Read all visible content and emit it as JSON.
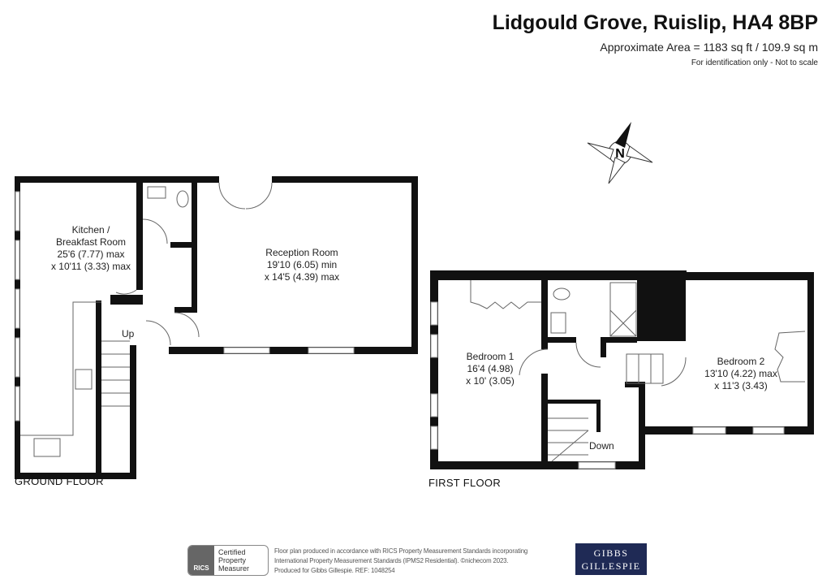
{
  "header": {
    "title": "Lidgould Grove, Ruislip, HA4 8BP",
    "area": "Approximate Area = 1183 sq ft / 109.9 sq m",
    "note": "For identification only - Not to scale"
  },
  "compass": {
    "label": "N"
  },
  "ground_floor": {
    "label": "GROUND FLOOR",
    "kitchen": {
      "name": "Kitchen /",
      "name2": "Breakfast Room",
      "dim1": "25'6 (7.77) max",
      "dim2": "x 10'11 (3.33) max"
    },
    "reception": {
      "name": "Reception Room",
      "dim1": "19'10 (6.05) min",
      "dim2": "x 14'5 (4.39) max"
    },
    "stairs_label": "Up"
  },
  "first_floor": {
    "label": "FIRST FLOOR",
    "bedroom1": {
      "name": "Bedroom 1",
      "dim1": "16'4 (4.98)",
      "dim2": "x 10' (3.05)"
    },
    "bedroom2": {
      "name": "Bedroom 2",
      "dim1": "13'10 (4.22) max",
      "dim2": "x 11'3 (3.43)"
    },
    "stairs_label": "Down"
  },
  "footer": {
    "rics_logo": "RICS",
    "rics_line1": "Certified",
    "rics_line2": "Property",
    "rics_line3": "Measurer",
    "line1": "Floor plan produced in accordance with RICS Property Measurement Standards incorporating",
    "line2": "International Property Measurement Standards (IPMS2 Residential).  ©nichecom 2023.",
    "line3": "Produced for Gibbs Gillespie.   REF: 1048254",
    "brand1": "GIBBS",
    "brand2": "GILLESPIE"
  }
}
